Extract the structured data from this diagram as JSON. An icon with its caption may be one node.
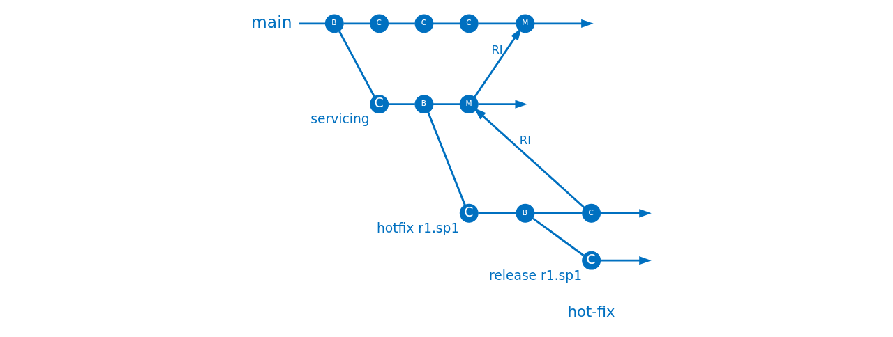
{
  "diagram": {
    "nodes": [
      {
        "text": [
          "main"
        ]
      },
      {
        "text": [
          "B"
        ]
      },
      {
        "text": [
          "C"
        ]
      },
      {
        "text": [
          "C"
        ]
      },
      {
        "text": [
          "C"
        ]
      },
      {
        "text": [
          "M"
        ]
      },
      {
        "text": [
          "C"
        ],
        "beside": [
          "servicing"
        ]
      },
      {
        "text": [
          "B"
        ]
      },
      {
        "text": [
          "M"
        ]
      },
      {
        "text": [
          "C"
        ],
        "beside": [
          "hotfix r1.sp1"
        ]
      },
      {
        "text": [
          "B"
        ]
      },
      {
        "text": [
          "C"
        ]
      },
      {
        "text": [
          "C"
        ],
        "beside": [
          "release r1.sp1"
        ]
      }
    ],
    "edges": [
      {
        "from": 0,
        "to": 1,
        "arrow": "none"
      },
      {
        "from": 1,
        "to": 2,
        "arrow": "none"
      },
      {
        "from": 2,
        "to": 3,
        "arrow": "none"
      },
      {
        "from": 3,
        "to": 4,
        "arrow": "none"
      },
      {
        "from": 4,
        "to": 5,
        "arrow": "none"
      },
      {
        "from": 5,
        "to": null,
        "arrow": "to"
      },
      {
        "from": 1,
        "to": 6,
        "arrow": "none"
      },
      {
        "from": 6,
        "to": 7,
        "arrow": "none"
      },
      {
        "from": 7,
        "to": 8,
        "arrow": "none"
      },
      {
        "from": 8,
        "to": null,
        "arrow": "to"
      },
      {
        "from": 8,
        "to": 5,
        "arrow": "to",
        "label": "RI"
      },
      {
        "from": 7,
        "to": 9,
        "arrow": "none"
      },
      {
        "from": 9,
        "to": 10,
        "arrow": "none"
      },
      {
        "from": 10,
        "to": 11,
        "arrow": "none"
      },
      {
        "from": 11,
        "to": null,
        "arrow": "to"
      },
      {
        "from": 11,
        "to": 8,
        "arrow": "to",
        "label": "RI"
      },
      {
        "from": 10,
        "to": 12,
        "arrow": "none"
      },
      {
        "from": 12,
        "to": null,
        "arrow": "to"
      }
    ],
    "labels": [
      "hot-fix"
    ]
  }
}
